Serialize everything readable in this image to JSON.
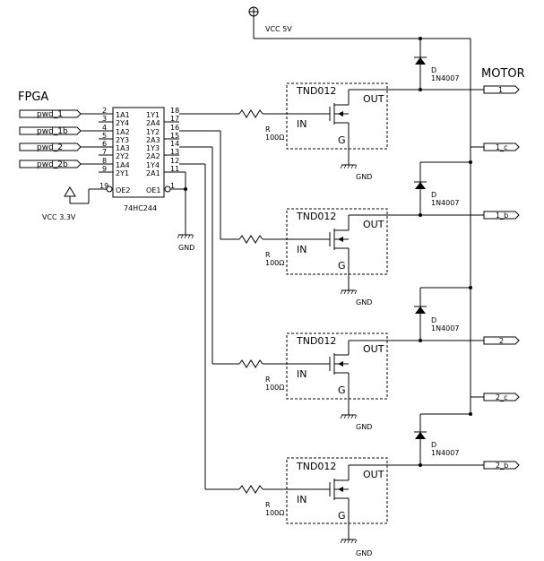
{
  "fpga_label": "FPGA",
  "motor_label": "MOTOR",
  "vcc5_label": "VCC 5V",
  "vcc33_label": "VCC 3.3V",
  "gnd_label": "GND",
  "buffer": {
    "part": "74HC244",
    "left_pins": [
      {
        "num": "2",
        "name": "1A1"
      },
      {
        "num": "3",
        "name": "2Y4"
      },
      {
        "num": "4",
        "name": "1A2"
      },
      {
        "num": "5",
        "name": "2Y3"
      },
      {
        "num": "6",
        "name": "1A3"
      },
      {
        "num": "7",
        "name": "2Y2"
      },
      {
        "num": "8",
        "name": "1A4"
      },
      {
        "num": "9",
        "name": "2Y1"
      }
    ],
    "right_pins": [
      {
        "num": "18",
        "name": "1Y1"
      },
      {
        "num": "17",
        "name": "2A4"
      },
      {
        "num": "16",
        "name": "1Y2"
      },
      {
        "num": "15",
        "name": "2A3"
      },
      {
        "num": "14",
        "name": "1Y3"
      },
      {
        "num": "13",
        "name": "2A2"
      },
      {
        "num": "12",
        "name": "1Y4"
      },
      {
        "num": "11",
        "name": "2A1"
      }
    ],
    "oe2": {
      "num": "19",
      "name": "OE2"
    },
    "oe1": {
      "num": "1",
      "name": "OE1"
    }
  },
  "inputs": [
    "pwd_1",
    "pwd_1b",
    "pwd_2",
    "pwd_2b"
  ],
  "driver": {
    "name": "TND012",
    "in_label": "IN",
    "out_label": "OUT",
    "g_label": "G",
    "resistor_label": "R",
    "resistor_value": "100Ω"
  },
  "diode": {
    "label": "D",
    "part": "1N4007"
  },
  "outputs": [
    "1",
    "1_c",
    "1_b",
    "2",
    "2_c",
    "2_b"
  ]
}
